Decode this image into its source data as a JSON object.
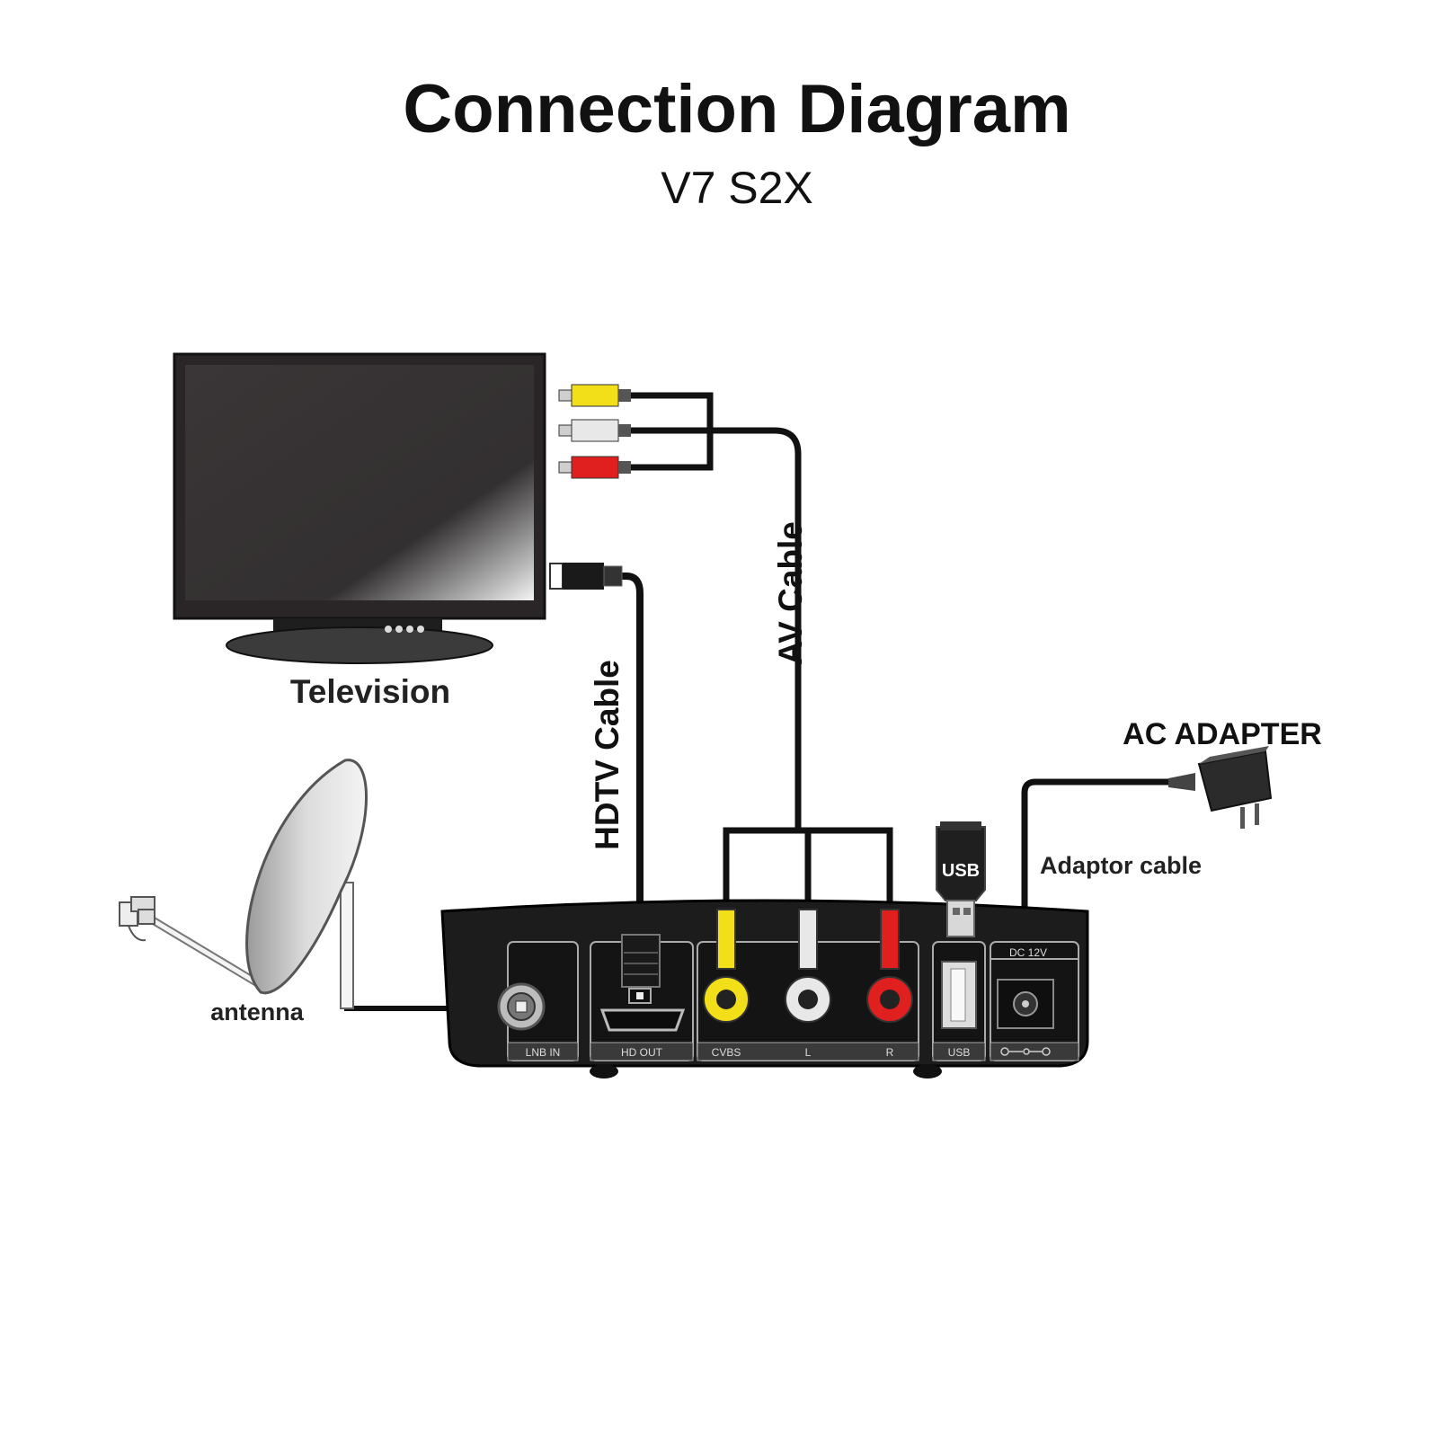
{
  "header": {
    "title": "Connection Diagram",
    "subtitle": "V7 S2X"
  },
  "labels": {
    "television": "Television",
    "antenna": "antenna",
    "hdtv_cable": "HDTV Cable",
    "av_cable": "AV Cable",
    "ac_adapter": "AC ADAPTER",
    "adaptor_cable": "Adaptor cable",
    "usb_stick": "USB"
  },
  "ports": {
    "lnb_in": "LNB IN",
    "hd_out": "HD OUT",
    "cvbs": "CVBS",
    "l": "L",
    "r": "R",
    "usb": "USB",
    "dc": "DC 12V"
  },
  "colors": {
    "yellow": "#f2df1a",
    "white": "#e8e8e8",
    "red": "#e0201e",
    "box": "#1c1c1c",
    "cable": "#111111"
  }
}
